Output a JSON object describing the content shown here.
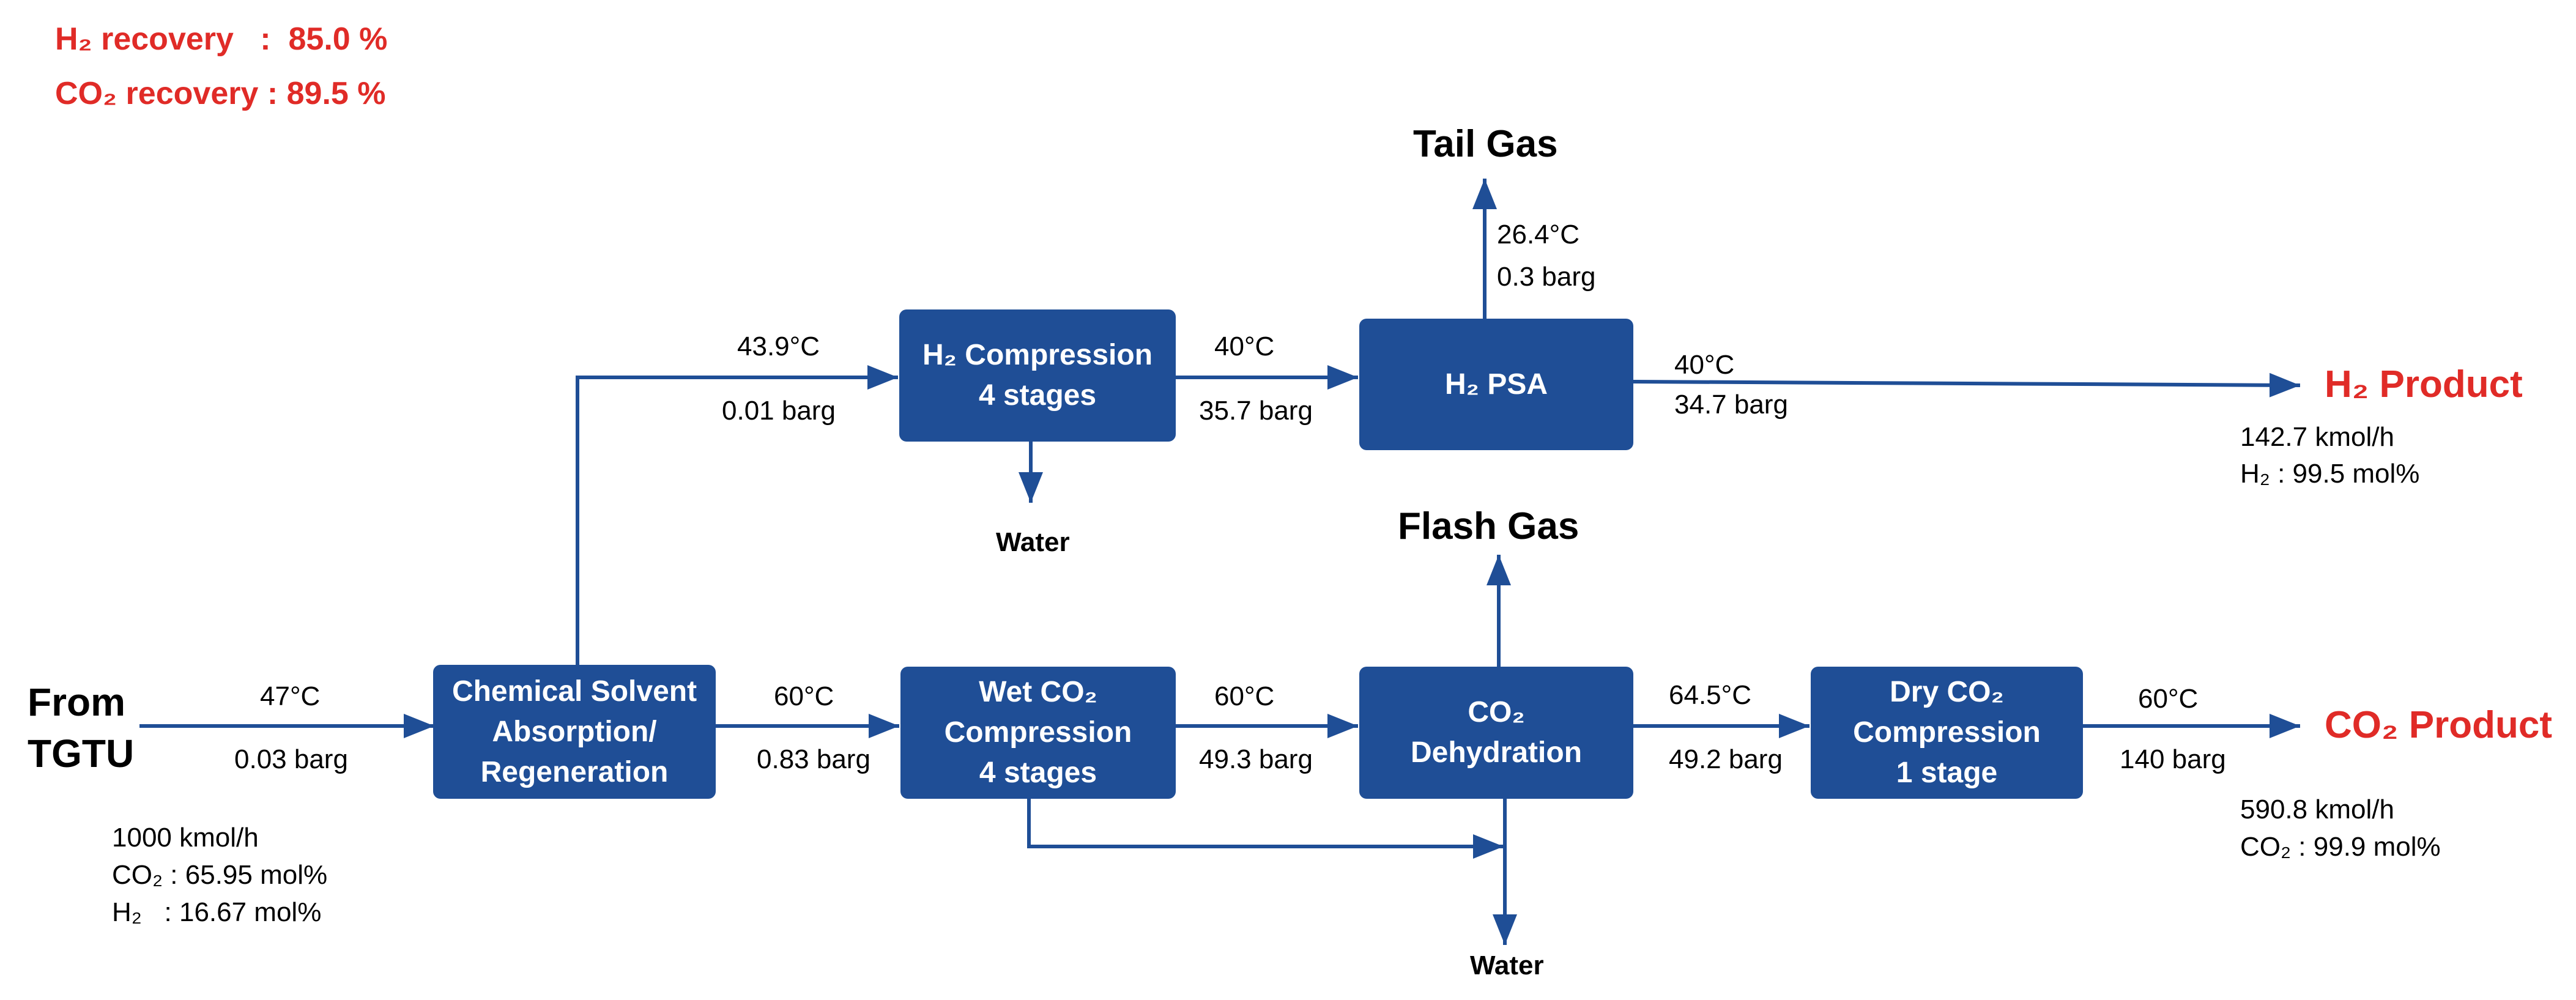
{
  "colors": {
    "unit_fill": "#1f4e96",
    "highlight": "#e02b27",
    "line": "#1f4e96"
  },
  "summary": {
    "h2_recovery": "H₂ recovery   :  85.0 %",
    "co2_recovery": "CO₂ recovery : 89.5 %"
  },
  "units": {
    "absorption": {
      "l1": "Chemical Solvent",
      "l2": "Absorption/",
      "l3": "Regeneration"
    },
    "h2_compression": {
      "l1": "H₂ Compression",
      "l2": "4 stages"
    },
    "h2_psa": {
      "l1": "H₂ PSA"
    },
    "wet_co2": {
      "l1": "Wet CO₂",
      "l2": "Compression",
      "l3": "4 stages"
    },
    "dehydration": {
      "l1": "CO₂",
      "l2": "Dehydration"
    },
    "dry_co2": {
      "l1": "Dry CO₂",
      "l2": "Compression",
      "l3": "1 stage"
    }
  },
  "streams": {
    "feed": {
      "l1": "From",
      "l2": "TGTU"
    },
    "feed_cond": {
      "temp": "47°C",
      "pres": "0.03 barg"
    },
    "feed_comp": {
      "flow": "1000 kmol/h",
      "co2": "CO₂ : 65.95 mol%",
      "h2": "H₂   : 16.67 mol%"
    },
    "to_h2comp": {
      "temp": "43.9°C",
      "pres": "0.01 barg"
    },
    "to_psa": {
      "temp": "40°C",
      "pres": "35.7 barg"
    },
    "tail_gas": {
      "label": "Tail Gas",
      "temp": "26.4°C",
      "pres": "0.3 barg"
    },
    "h2_product": {
      "label": "H₂ Product",
      "temp": "40°C",
      "pres": "34.7 barg",
      "flow": "142.7 kmol/h",
      "purity": "H₂ : 99.5 mol%"
    },
    "h2_water": {
      "label": "Water"
    },
    "to_wet": {
      "temp": "60°C",
      "pres": "0.83 barg"
    },
    "to_dehy": {
      "temp": "60°C",
      "pres": "49.3 barg"
    },
    "flash_gas": {
      "label": "Flash Gas"
    },
    "to_dry": {
      "temp": "64.5°C",
      "pres": "49.2 barg"
    },
    "co2_product": {
      "label": "CO₂ Product",
      "temp": "60°C",
      "pres": "140 barg",
      "flow": "590.8 kmol/h",
      "purity": "CO₂ : 99.9 mol%"
    },
    "co2_water": {
      "label": "Water"
    }
  }
}
